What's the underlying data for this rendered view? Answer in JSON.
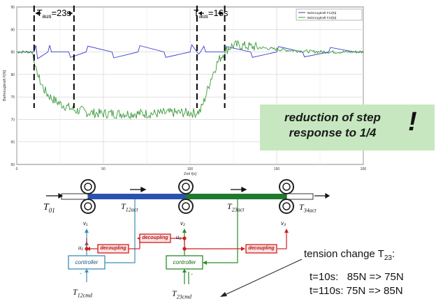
{
  "chart_data": {
    "type": "line",
    "title": "",
    "xlabel": "Zeit t[s]",
    "ylabel": "Bahnzugkraft F[N]",
    "xlim": [
      0,
      200
    ],
    "ylim": [
      60,
      95
    ],
    "x_ticks": [
      "0",
      "50",
      "100",
      "150",
      "200"
    ],
    "y_ticks": [
      "60",
      "65",
      "70",
      "75",
      "80",
      "85",
      "90",
      "95"
    ],
    "legend": [
      "Bahnzugkraft F12[N]",
      "Bahnzugkraft F23[N]"
    ],
    "legend_position": "top-right",
    "grid": true,
    "series": [
      {
        "name": "Bahnzugkraft F12[N]",
        "color": "#3a3ad0",
        "x": [
          0,
          10,
          11,
          12,
          18,
          19,
          20,
          30,
          31,
          40,
          41,
          55,
          56,
          70,
          71,
          85,
          86,
          100,
          101,
          104,
          105,
          106,
          108,
          109,
          120,
          121,
          135,
          136,
          150,
          151,
          165,
          166,
          180,
          181,
          195,
          200
        ],
        "y": [
          85,
          85,
          86.5,
          83.5,
          85,
          86.5,
          85,
          85,
          83.8,
          85,
          86.3,
          85,
          83.7,
          85,
          86.4,
          85,
          83.8,
          85,
          86.6,
          85,
          84.5,
          85,
          86.3,
          85,
          85,
          86.2,
          85,
          83.8,
          85,
          86.2,
          85,
          83.9,
          85,
          86,
          85,
          85
        ]
      },
      {
        "name": "Bahnzugkraft F23[N]",
        "color": "#3b9a3b",
        "x": [
          0,
          9,
          10,
          12,
          14,
          16,
          18,
          20,
          22,
          25,
          28,
          31,
          34,
          37,
          40,
          45,
          50,
          60,
          70,
          80,
          90,
          100,
          104,
          106,
          108,
          110,
          112,
          114,
          116,
          118,
          120,
          122,
          124,
          126,
          128,
          130,
          135,
          140,
          150,
          160,
          170,
          180,
          190,
          200
        ],
        "y": [
          85,
          85,
          83,
          80,
          78,
          76.5,
          75.5,
          74.8,
          74.2,
          73.5,
          73,
          72.5,
          72,
          72,
          71.6,
          71.4,
          71.3,
          71.3,
          71.3,
          71.3,
          71.5,
          71.5,
          71.4,
          72,
          74,
          76.5,
          79,
          81,
          82.8,
          84,
          85,
          85.8,
          86.3,
          86.5,
          86.5,
          86.4,
          86.2,
          86,
          85.6,
          85.3,
          85.1,
          85,
          85,
          85
        ]
      }
    ],
    "annotations": [
      {
        "label": "T",
        "sub": "aus",
        "value_label": "=23s",
        "from_x": 10,
        "to_x": 33
      },
      {
        "label": "T",
        "sub": "aus",
        "value_label": "=16s",
        "from_x": 104,
        "to_x": 120
      }
    ]
  },
  "callout": {
    "line1": "reduction of step",
    "line2": "response to 1/4",
    "mark": "!"
  },
  "diagram": {
    "labels": {
      "t01_main": "T",
      "t01_sub": "01",
      "t12act_main": "T",
      "t12act_sub": "12act",
      "t23act_main": "T",
      "t23act_sub": "23act",
      "t34act_main": "T",
      "t34act_sub": "34act",
      "t12cmd_main": "T",
      "t12cmd_sub": "12cmd",
      "t23cmd_main": "T",
      "t23cmd_sub": "23cmd",
      "v1": "v₁",
      "v2": "v₂",
      "v3": "v₃",
      "u1": "u₁",
      "u2": "u₂",
      "decoupling": "decoupling",
      "controller": "controller",
      "minus": "-"
    },
    "colors": {
      "blue": "#2a55b3",
      "green": "#2a8a2a",
      "red": "#d21e1e",
      "teal": "#3a8fb5"
    }
  },
  "notes": {
    "title": "tension change T",
    "title_sub": "23",
    "title_tail": ":",
    "line1": "t=10s:   85N => 75N",
    "line2": "t=110s: 75N => 85N"
  }
}
